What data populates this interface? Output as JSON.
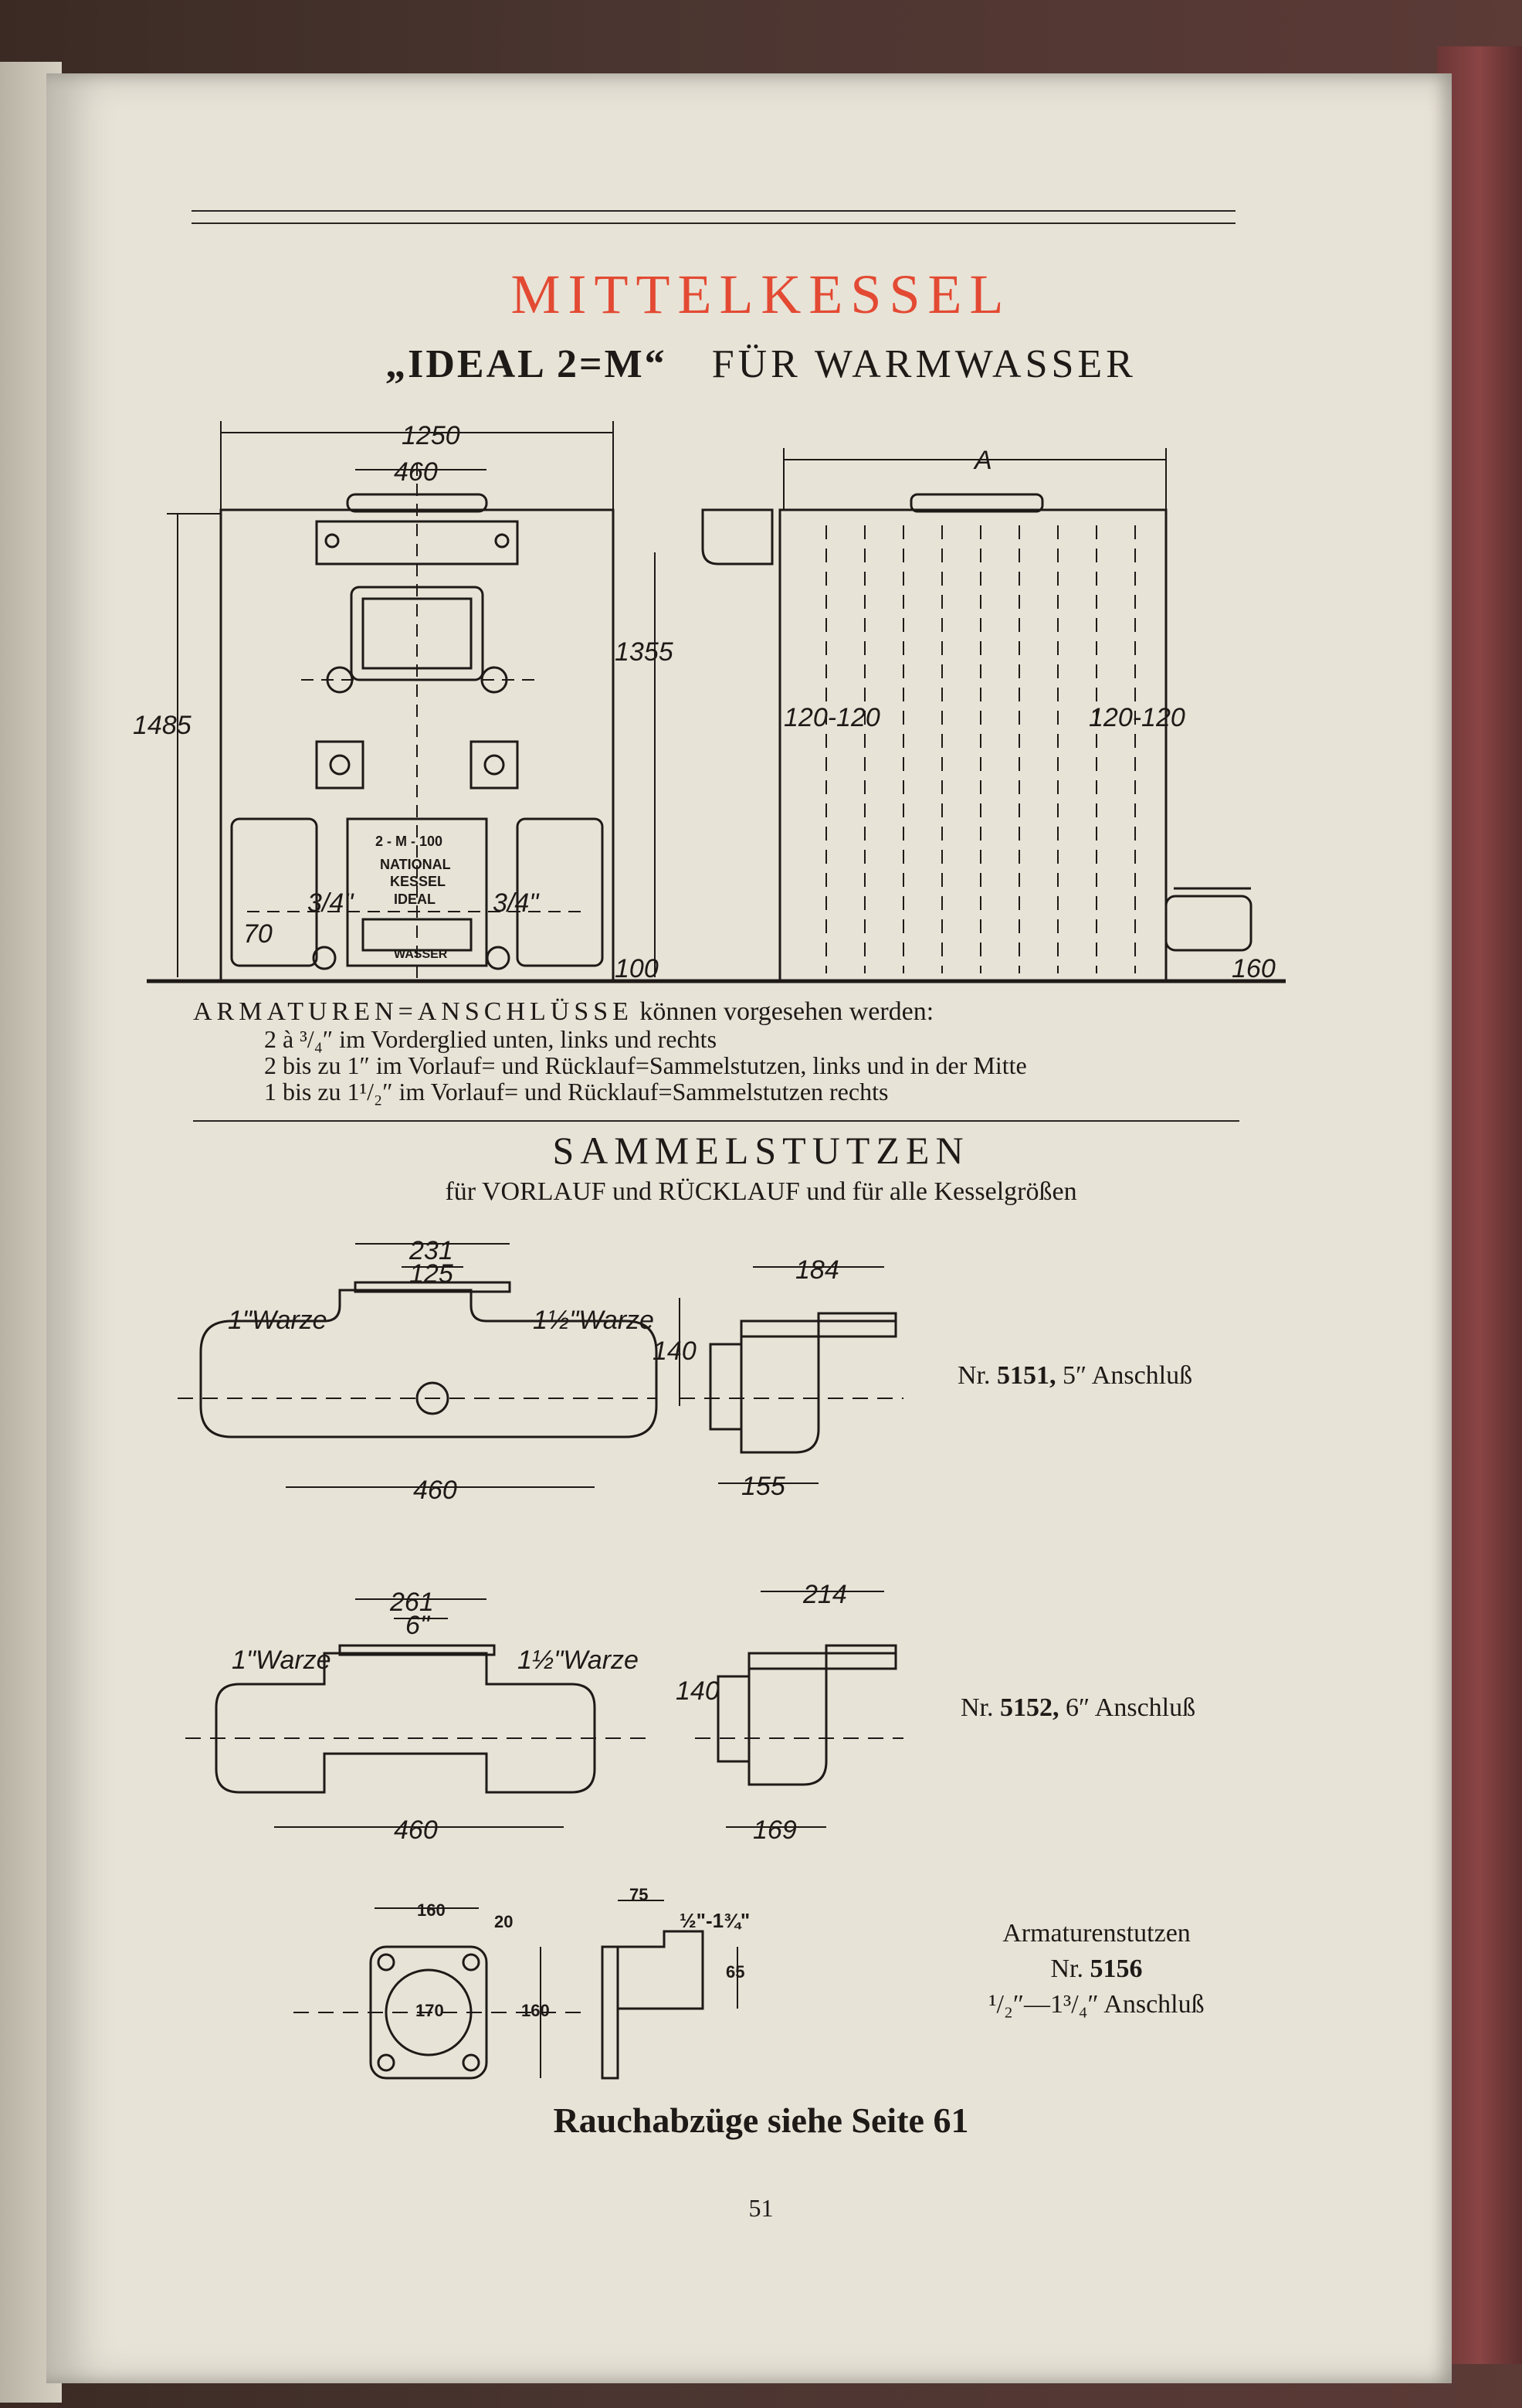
{
  "header": {
    "main_title": "MITTELKESSEL",
    "subtitle_model": "„IDEAL 2=M“",
    "subtitle_purpose": "FÜR WARMWASSER",
    "title_color": "#e34a33"
  },
  "boiler_drawing": {
    "front": {
      "width_dim": "1250",
      "inner_dim": "460",
      "height_dim": "1485",
      "height2_dim": "1355",
      "plate_lines": [
        "2 - M - 100",
        "NATIONAL",
        "KESSEL",
        "IDEAL"
      ],
      "plate_bottom": "WASSER",
      "left_fitting": "3/4\"",
      "right_fitting": "3/4\"",
      "bottom_left_dim": "70",
      "bottom_right_dim": "100"
    },
    "side": {
      "length_dim": "A",
      "section_left": "120-120",
      "section_right": "120-120",
      "bottom_dim": "160"
    }
  },
  "fittings_text": {
    "heading": "ARMATUREN=ANSCHLÜSSE",
    "heading_rest": "können vorgesehen werden:",
    "lines": [
      "2 à ³/₄″ im Vorderglied unten, links und rechts",
      "2 bis zu 1″ im Vorlauf= und Rücklauf=Sammelstutzen, links und in der Mitte",
      "1 bis zu 1¹/₂″ im Vorlauf= und Rücklauf=Sammelstutzen rechts"
    ]
  },
  "sammelstutzen": {
    "title": "SAMMELSTUTZEN",
    "subtitle": "für VORLAUF und RÜCKLAUF und für alle Kesselgrößen",
    "items": [
      {
        "label_prefix": "Nr. ",
        "number": "5151,",
        "label_suffix": " 5″ Anschluß",
        "dims": {
          "top": "231",
          "top_inner": "125",
          "bottom": "460",
          "left_note": "1\"Warze",
          "right_note": "1½\"Warze",
          "side_top": "184",
          "side_height": "140",
          "side_bottom": "155"
        }
      },
      {
        "label_prefix": "Nr. ",
        "number": "5152,",
        "label_suffix": " 6″ Anschluß",
        "dims": {
          "top": "261",
          "top_inner": "6\"",
          "bottom": "460",
          "left_note": "1\"Warze",
          "right_note": "1½\"Warze",
          "side_top": "214",
          "side_height": "140",
          "side_bottom": "169"
        }
      }
    ]
  },
  "armaturenstutzen": {
    "title": "Armaturenstutzen",
    "number_prefix": "Nr. ",
    "number": "5156",
    "connection": "¹/₂″—1³/₄″ Anschluß",
    "dims": {
      "width": "160",
      "side": "20",
      "inner": "170",
      "height": "160",
      "side_top": "75",
      "side_range": "½\"-1¾\"",
      "side_height": "65"
    }
  },
  "footer": {
    "note": "Rauchabzüge siehe Seite 61",
    "page_number": "51"
  }
}
